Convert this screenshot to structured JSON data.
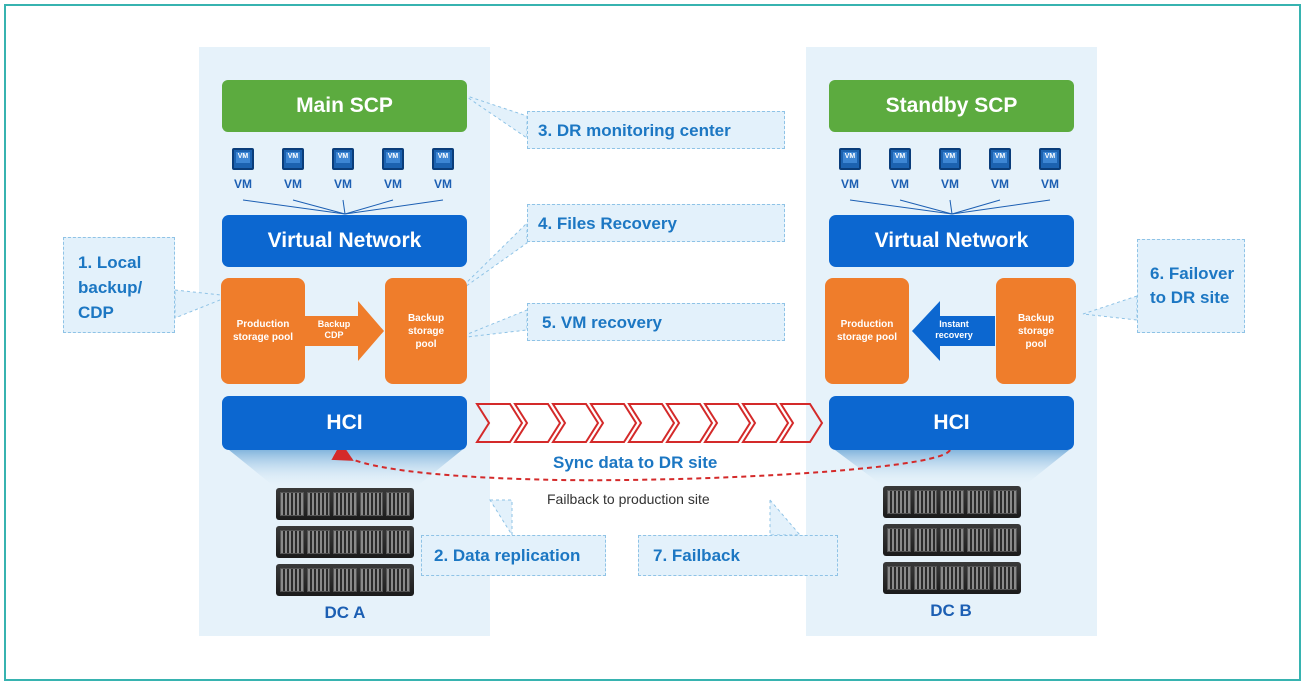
{
  "left": {
    "scp": "Main SCP",
    "vms": [
      "VM",
      "VM",
      "VM",
      "VM",
      "VM"
    ],
    "network": "Virtual Network",
    "production_pool": "Production storage pool",
    "backup_pool": "Backup storage pool",
    "backup_arrow": "Backup CDP",
    "hci": "HCI",
    "dc": "DC A"
  },
  "right": {
    "scp": "Standby SCP",
    "vms": [
      "VM",
      "VM",
      "VM",
      "VM",
      "VM"
    ],
    "network": "Virtual Network",
    "production_pool": "Production storage pool",
    "backup_pool": "Backup storage pool",
    "recovery_arrow": "Instant recovery",
    "hci": "HCI",
    "dc": "DC B"
  },
  "vm_icon_text": "VM",
  "callouts": {
    "local_backup": "1. Local backup/ CDP",
    "data_replication": "2. Data replication",
    "dr_monitoring": "3. DR monitoring center",
    "files_recovery": "4. Files Recovery",
    "vm_recovery": "5. VM recovery",
    "failover": "6. Failover to DR site",
    "failback": "7. Failback"
  },
  "sync_label": "Sync data to DR site",
  "failback_label": "Failback to production site",
  "colors": {
    "scp_green": "#5cab3f",
    "network_blue": "#0c67d0",
    "pool_orange": "#ef7d2b",
    "panel_bg": "#e6f2fa",
    "sync_red": "#d42a2a",
    "frame_teal": "#37b3b0"
  }
}
